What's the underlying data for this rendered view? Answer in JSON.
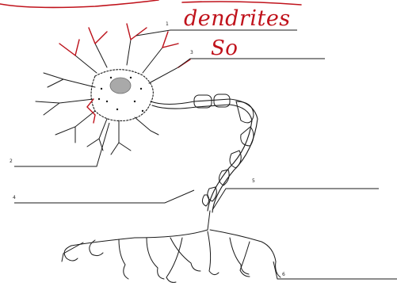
{
  "diagram": {
    "labels": [
      {
        "number": "1",
        "answer": "dendrites"
      },
      {
        "number": "2",
        "answer": ""
      },
      {
        "number": "3",
        "answer": "So"
      },
      {
        "number": "4",
        "answer": ""
      },
      {
        "number": "5",
        "answer": ""
      },
      {
        "number": "6",
        "answer": ""
      }
    ],
    "colors": {
      "ink": "#1a1a1a",
      "annotation": "#c0121b",
      "nucleus": "#a9a9a9"
    }
  }
}
